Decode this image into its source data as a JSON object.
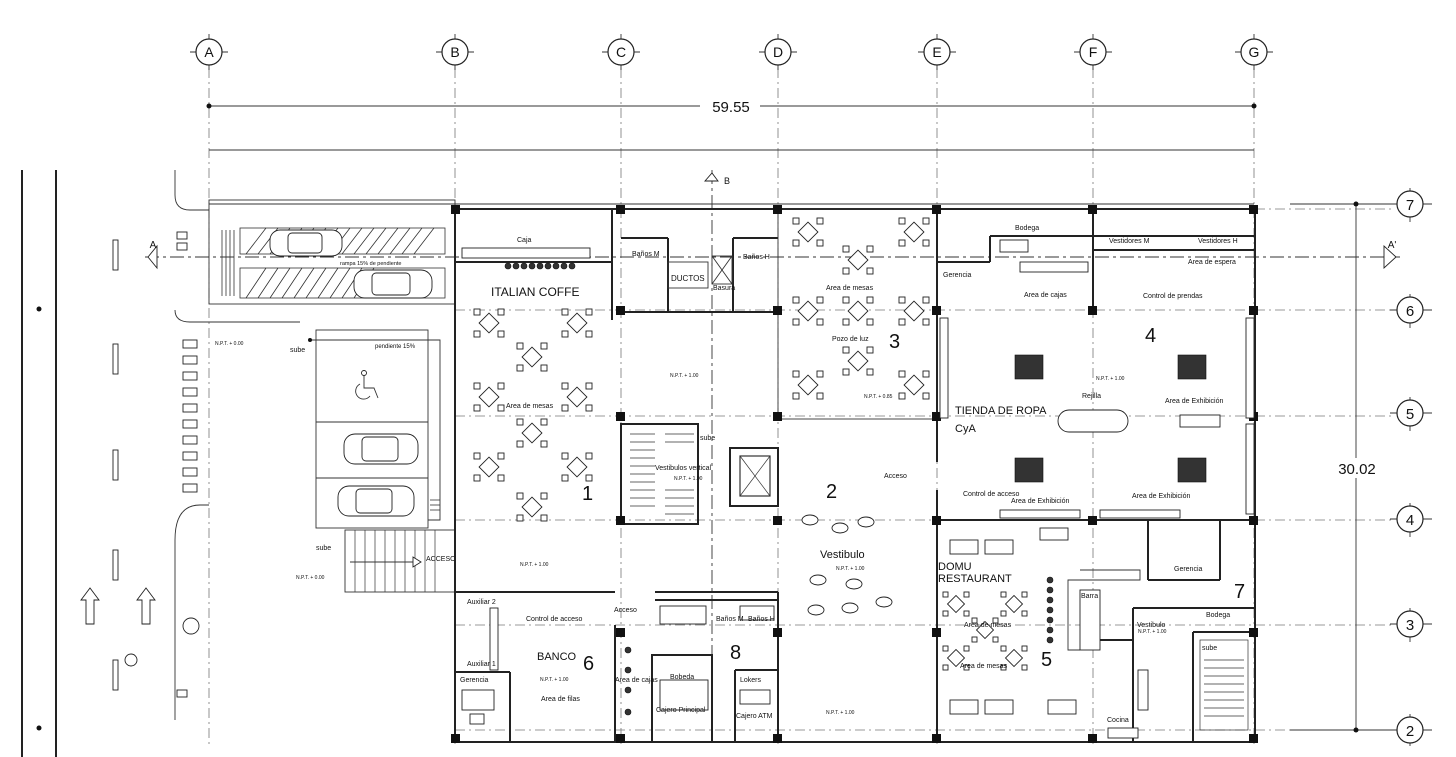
{
  "grid": {
    "columns": [
      "A",
      "B",
      "C",
      "D",
      "E",
      "F",
      "G"
    ],
    "rows": [
      "7",
      "6",
      "5",
      "4",
      "3",
      "2"
    ]
  },
  "dimensions": {
    "width": "59.55",
    "depth": "30.02"
  },
  "section_marks": {
    "a": "A",
    "a_prime": "A'",
    "b": "B"
  },
  "zone_numbers": [
    "1",
    "2",
    "3",
    "4",
    "5",
    "6",
    "7",
    "8"
  ],
  "labels": {
    "italian_coffe": "ITALIAN COFFE",
    "caja": "Caja",
    "area_mesas_coffe": "Area de mesas",
    "banos_m": "Baños M",
    "banos_h": "Baños H",
    "ductos": "DUCTOS",
    "basura": "Basura",
    "area_mesas_3": "Area de mesas",
    "pozo_luz": "Pozo de luz",
    "vestibulos_vertical": "Vestibulos vertical",
    "sube_stair": "sube",
    "acceso_2": "Acceso",
    "vestibulo": "Vestibulo",
    "bodega_4": "Bodega",
    "gerencia_4": "Gerencia",
    "area_cajas": "Area de cajas",
    "vestidores_m": "Vestidores M",
    "vestidores_h": "Vestidores H",
    "area_espera": "Area de espera",
    "control_prendas": "Control de prendas",
    "tienda_ropa": "TIENDA DE ROPA",
    "cya": "CyA",
    "rejilla": "Rejilla",
    "area_exhibicion_1": "Area de Exhibición",
    "area_exhibicion_2": "Area de Exhibición",
    "area_exhibicion_3": "Area de Exhibición",
    "control_acceso_4": "Control de acceso",
    "domu": "DOMU",
    "restaurant": "RESTAURANT",
    "area_mesas_5a": "Area de mesas",
    "area_mesas_5b": "Area de mesas",
    "barra": "Barra",
    "gerencia_7": "Gerencia",
    "bodega_7": "Bodega",
    "vestibulo_7": "Vestibulo",
    "sube_7": "sube",
    "cocina": "Cocina",
    "auxiliar_2": "Auxiliar 2",
    "auxiliar_1": "Auxiliar 1",
    "control_acceso_6": "Control de acceso",
    "banco": "BANCO",
    "gerencia_6": "Gerencia",
    "area_filas": "Area de filas",
    "acceso_6": "Acceso",
    "area_cajas_6": "Area de cajas",
    "bobeda": "Bobeda",
    "cajero_principal": "Cajero Principal",
    "banos_m8": "Baños M",
    "banos_h8": "Baños H",
    "lokers": "Lokers",
    "cajero_atm": "Cajero ATM",
    "npt_zero_1": "N.P.T. + 0.00",
    "npt_zero_2": "N.P.T. + 0.00",
    "npt_1": "N.P.T. + 1.00",
    "npt_2": "N.P.T. + 1.00",
    "npt_3": "N.P.T. + 1.00",
    "npt_4": "N.P.T. + 1.00",
    "npt_5": "N.P.T. + 1.00",
    "npt_6": "N.P.T. + 1.00",
    "npt_7": "N.P.T. + 1.00",
    "npt_8": "N.P.T. + 1.00",
    "npt_085": "N.P.T. + 0.85",
    "sube_1": "sube",
    "sube_2": "sube",
    "pendiente_1": "pendiente 15%",
    "rampa": "rampa 15% de pendiente",
    "acceso_main": "ACCESO"
  }
}
